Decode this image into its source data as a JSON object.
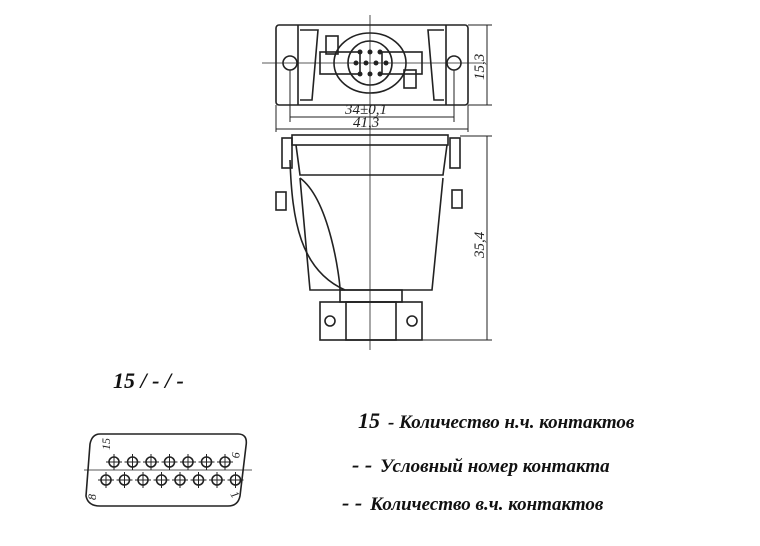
{
  "designation": "15 / - / -",
  "dimensions": {
    "inner_width": "34±0,1",
    "outer_width": "41,3",
    "height_top": "15,3",
    "height_side": "35,4"
  },
  "pin_labels": {
    "top_left": "15",
    "top_right": "9",
    "bottom_left": "8",
    "bottom_right": "1"
  },
  "legend": [
    {
      "key": "15",
      "text": "- Количество н.ч. контактов"
    },
    {
      "key": "- -",
      "text": "Условный номер контакта"
    },
    {
      "key": "- -",
      "text": "Количество в.ч. контактов"
    }
  ]
}
